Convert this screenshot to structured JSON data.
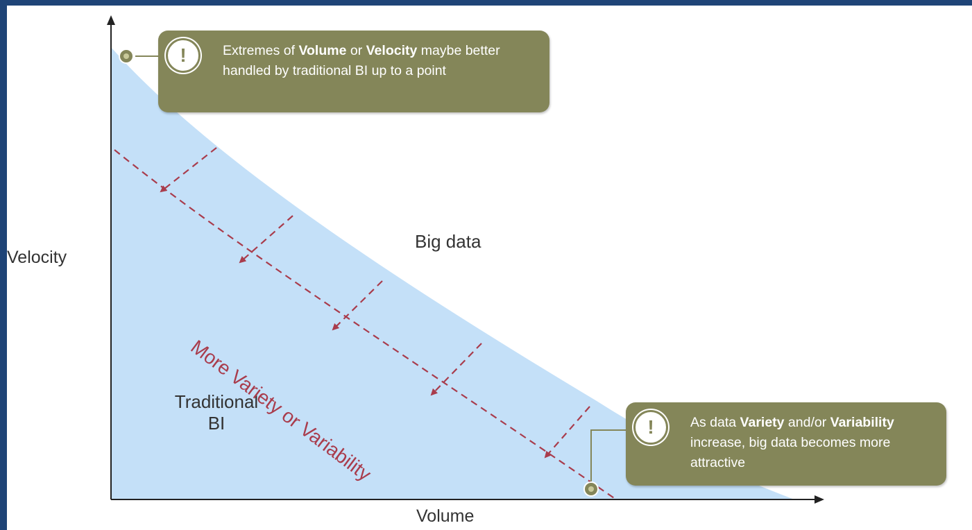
{
  "diagram": {
    "axis_y_label": "Velocity",
    "axis_x_label": "Volume",
    "region_big_data": "Big data",
    "region_traditional_line1": "Traditional",
    "region_traditional_line2": "BI",
    "diagonal_label": "More Variety or Variability",
    "callout_top": {
      "icon": "exclamation-icon",
      "t1": "Extremes of ",
      "b1": "Volume",
      "t2": " or ",
      "b2": "Velocity",
      "t3": " maybe better handled by traditional BI up to a point"
    },
    "callout_bottom": {
      "icon": "exclamation-icon",
      "t1": "As data ",
      "b1": "Variety",
      "t2": " and/or ",
      "b2": "Variability",
      "t3": " increase, big data becomes more attractive"
    },
    "colors": {
      "background": "#1f4477",
      "region_fill": "#c4e0f8",
      "callout_fill": "#848659",
      "dashed_arrow": "#a93c4c"
    }
  }
}
